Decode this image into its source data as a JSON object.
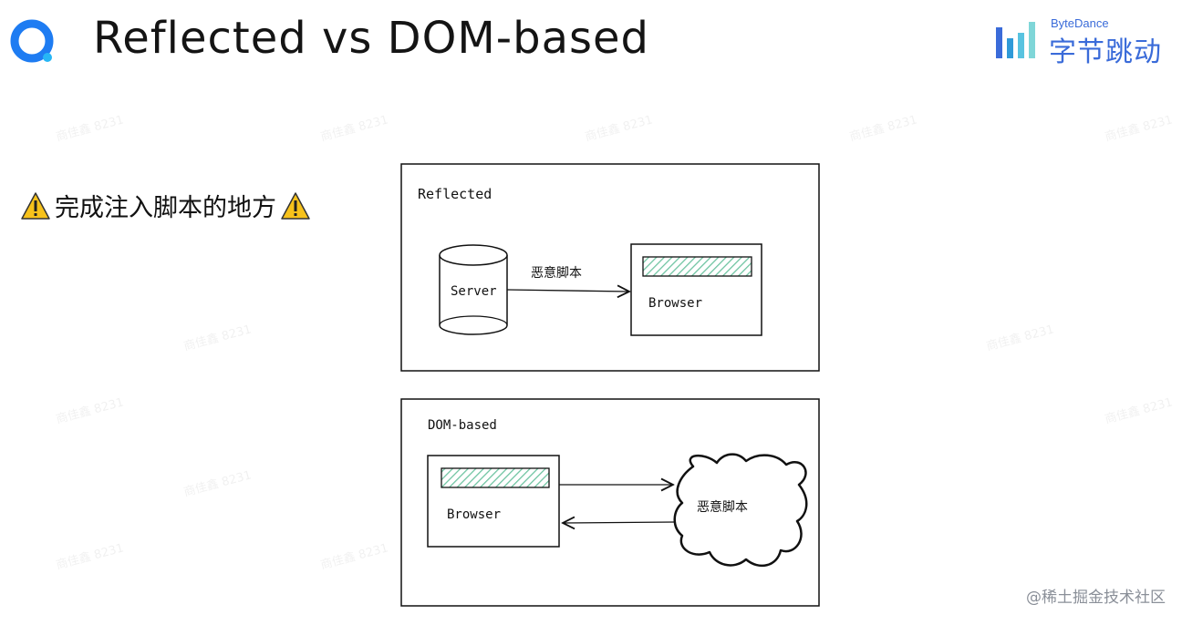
{
  "slide": {
    "title": "Reflected vs DOM-based",
    "subtitle": "完成注入脚本的地方",
    "brand_en": "ByteDance",
    "brand_cn": "字节跳动",
    "footer": "@稀土掘金技术社区",
    "watermark": "商佳鑫 8231"
  },
  "reflected": {
    "label": "Reflected",
    "server_label": "Server",
    "arrow_label": "恶意脚本",
    "browser_label": "Browser"
  },
  "dom": {
    "label": "DOM-based",
    "browser_label": "Browser",
    "cloud_label": "恶意脚本"
  },
  "colors": {
    "brand_blue": "#3a6bd9",
    "logo_blue": "#1e7cf2",
    "warning_yellow": "#f7c21b",
    "hatch_green": "#6cc3a0"
  }
}
